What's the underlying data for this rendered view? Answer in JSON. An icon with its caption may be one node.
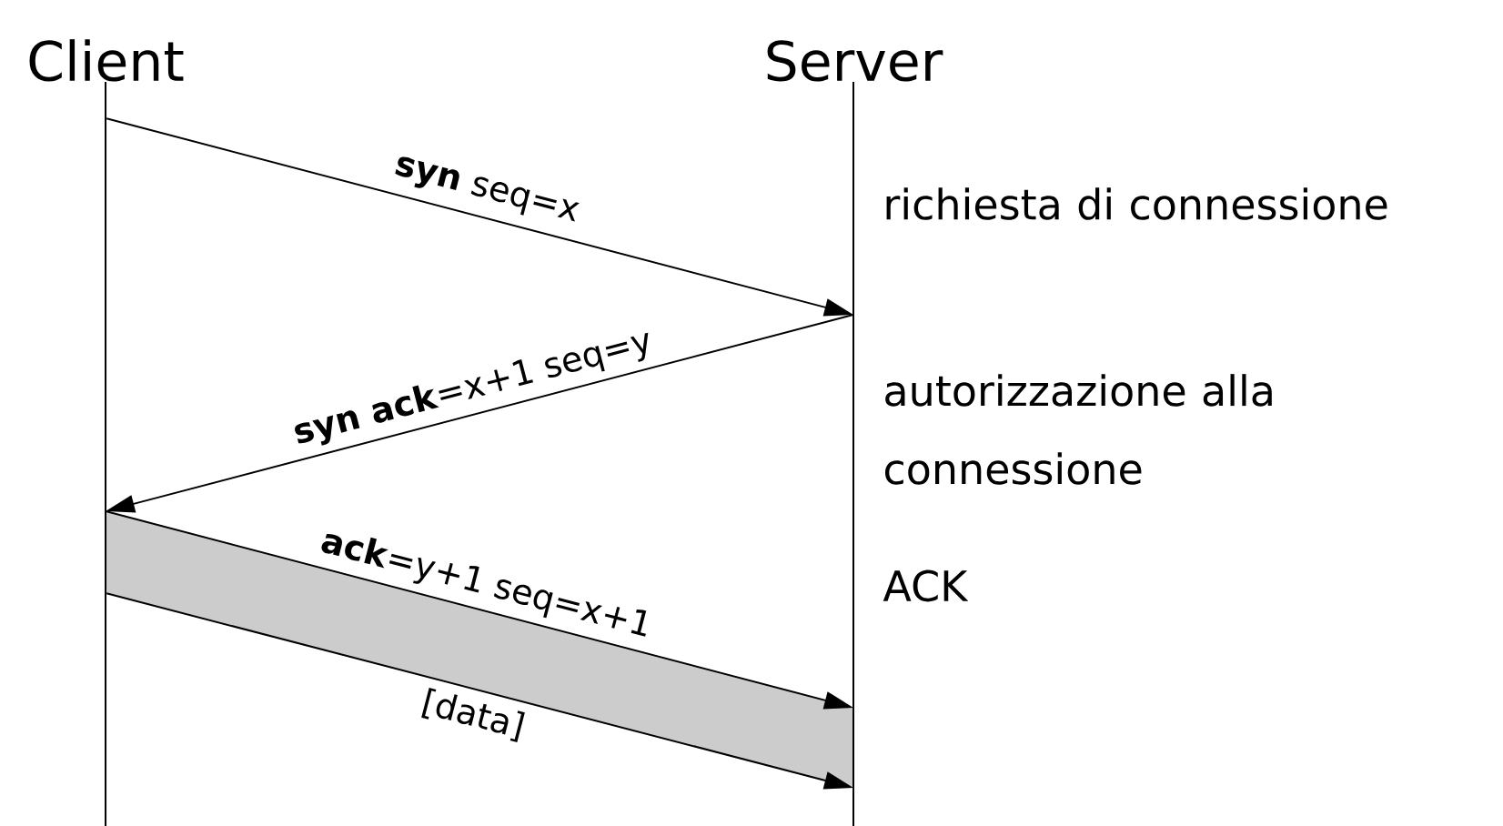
{
  "diagram": {
    "nodes": [
      {
        "text": [
          "Client"
        ]
      },
      {
        "text": [
          "Server"
        ]
      }
    ],
    "edges": [
      {
        "from": 0,
        "to": 1,
        "arrow": "to",
        "label": "**syn** seq=x"
      },
      {
        "from": 1,
        "to": 0,
        "arrow": "to",
        "label": "**syn ack**=x+1 seq=y"
      },
      {
        "from": 0,
        "to": 1,
        "arrow": "to",
        "label": "**ack**=y+1 seq=x+1"
      },
      {
        "from": 0,
        "to": 1,
        "arrow": "to",
        "label": "[data]"
      }
    ],
    "labels": [
      "richiesta di connessione",
      "autorizzazione alla connessione",
      "ACK"
    ]
  }
}
